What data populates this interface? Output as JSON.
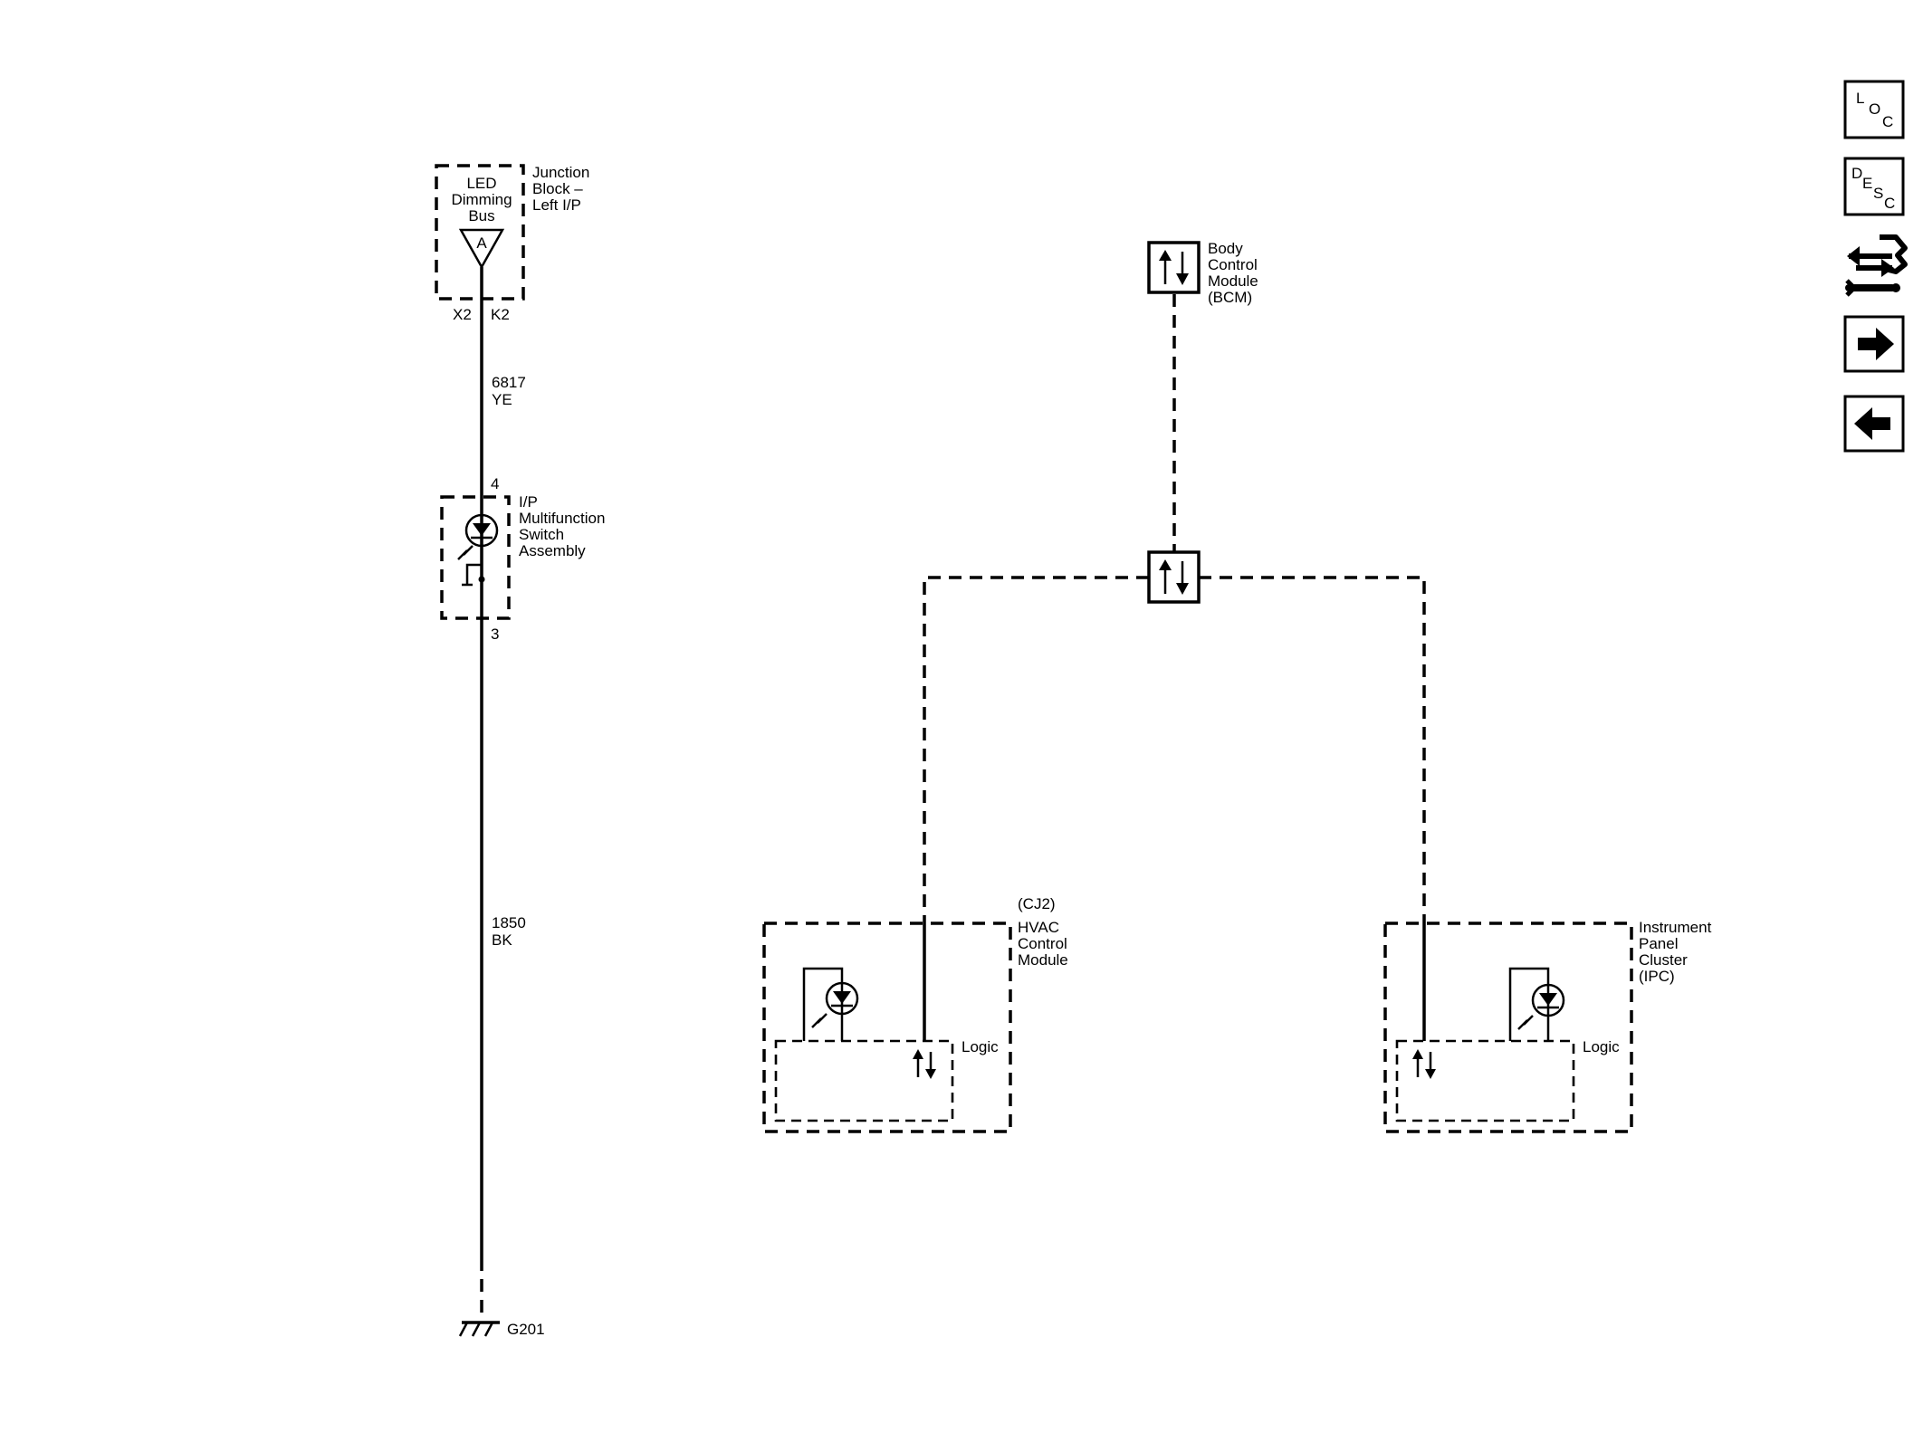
{
  "led_bus": {
    "name_lines": [
      "LED",
      "Dimming",
      "Bus"
    ],
    "pin": "A",
    "junction_block_lines": [
      "Junction",
      "Block –",
      "Left I/P"
    ],
    "connector_x2": "X2",
    "connector_k2": "K2"
  },
  "wire_6817": {
    "circuit": "6817",
    "color": "YE"
  },
  "switch_assembly": {
    "pin_top": "4",
    "pin_bottom": "3",
    "name_lines": [
      "I/P",
      "Multifunction",
      "Switch",
      "Assembly"
    ]
  },
  "wire_1850": {
    "circuit": "1850",
    "color": "BK"
  },
  "ground": {
    "label": "G201"
  },
  "bcm": {
    "name_lines": [
      "Body",
      "Control",
      "Module",
      "(BCM)"
    ]
  },
  "hvac": {
    "connector": "(CJ2)",
    "name_lines": [
      "HVAC",
      "Control",
      "Module"
    ],
    "logic_label": "Logic"
  },
  "ipc": {
    "name_lines": [
      "Instrument",
      "Panel",
      "Cluster",
      "(IPC)"
    ],
    "logic_label": "Logic"
  },
  "nav": {
    "loc": {
      "l": "L",
      "o": "O",
      "c": "C"
    },
    "desc": {
      "d": "D",
      "e": "E",
      "s": "S",
      "c": "C"
    },
    "icons": [
      "connector-wrench-icon",
      "arrow-right-icon",
      "arrow-left-icon"
    ]
  }
}
